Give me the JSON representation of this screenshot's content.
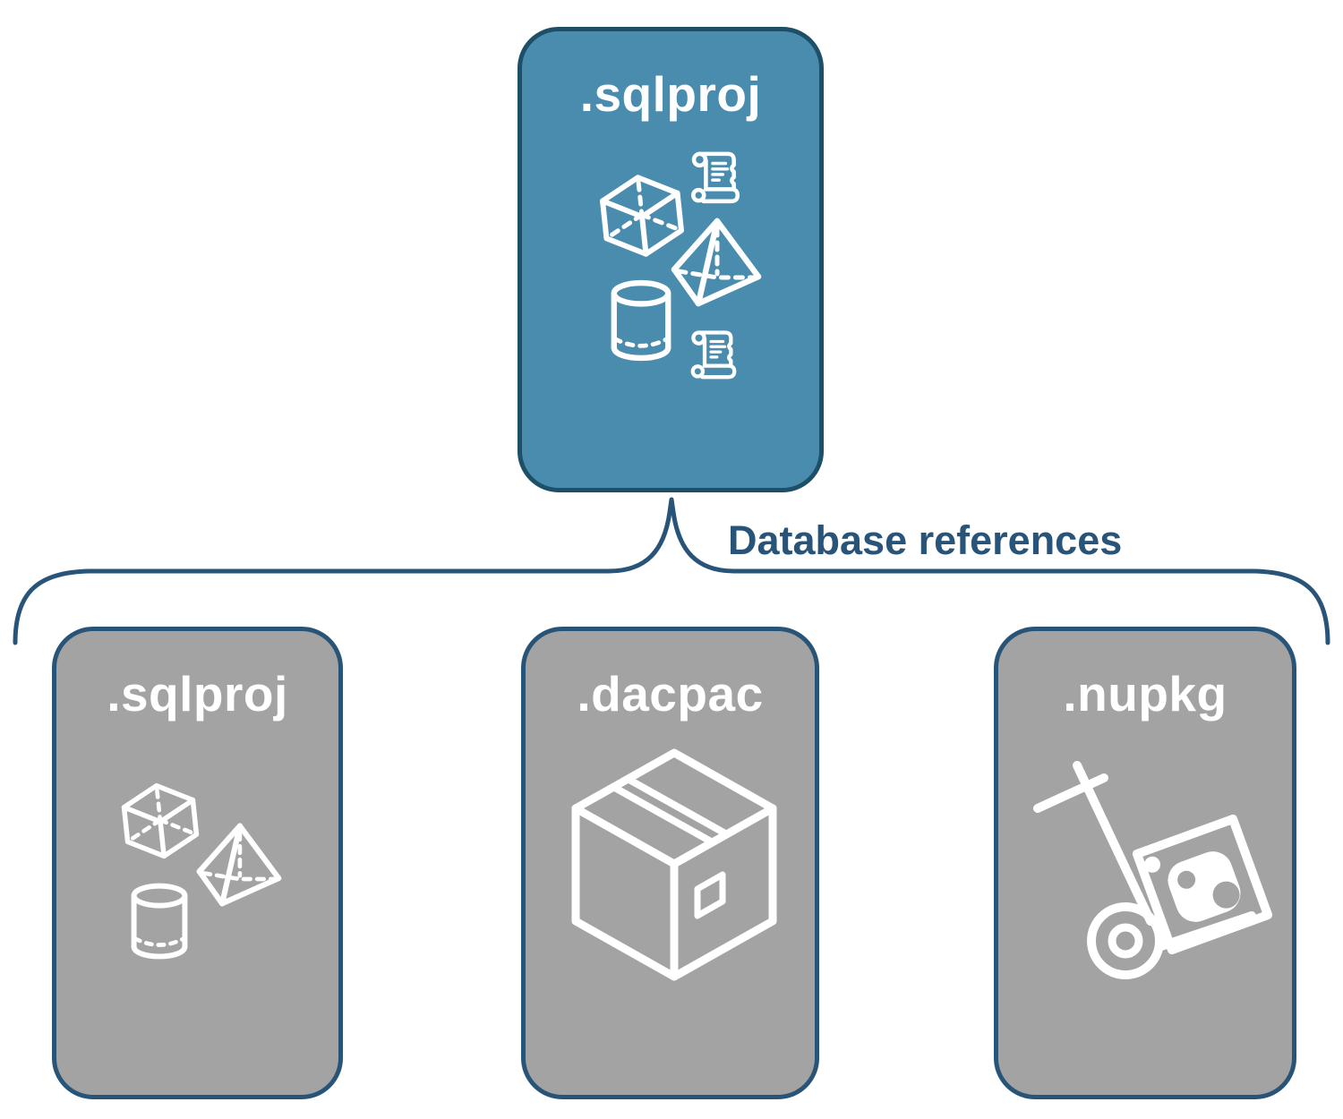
{
  "parent_box": {
    "label": ".sqlproj",
    "fill": "#4a8cad",
    "border": "#1e4f68",
    "icons": [
      "cube-icon",
      "scroll-icon",
      "pyramid-icon",
      "cylinder-icon",
      "scroll-icon"
    ]
  },
  "connector": {
    "label": "Database references",
    "color": "#29547a",
    "shape": "upward-curly-brace"
  },
  "child_boxes": [
    {
      "label": ".sqlproj",
      "icons": [
        "cube-icon",
        "pyramid-icon",
        "cylinder-icon"
      ]
    },
    {
      "label": ".dacpac",
      "icons": [
        "package-box-icon"
      ]
    },
    {
      "label": ".nupkg",
      "icons": [
        "hand-truck-package-icon"
      ]
    }
  ],
  "child_style": {
    "fill": "#a3a3a3",
    "border": "#285478"
  },
  "title_color": "#ffffff"
}
